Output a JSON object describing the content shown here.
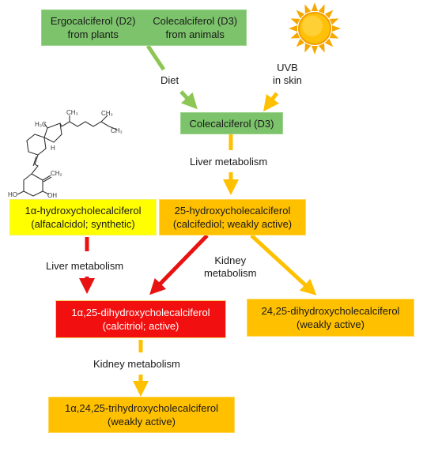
{
  "sources": {
    "d2": [
      "Ergocalciferol (D2)",
      "from plants"
    ],
    "d3": [
      "Colecalciferol (D3)",
      "from animals"
    ]
  },
  "labels": {
    "diet": "Diet",
    "uvb": [
      "UVB",
      "in skin"
    ],
    "liver1": "Liver metabolism",
    "liver2": "Liver metabolism",
    "kidney1": [
      "Kidney",
      "metabolism"
    ],
    "kidney2": "Kidney metabolism"
  },
  "boxes": {
    "colecalciferol": "Colecalciferol (D3)",
    "hydroxy25": [
      "25-hydroxycholecalciferol",
      "(calcifediol; weakly active)"
    ],
    "alfacalcidol": [
      "1α-hydroxycholecalciferol",
      "(alfacalcidol; synthetic)"
    ],
    "calcitriol": [
      "1α,25-dihydroxycholecalciferol",
      "(calcitriol; active)"
    ],
    "dihydroxy2425": [
      "24,25-dihydroxycholecalciferol",
      "(weakly active)"
    ],
    "trihydroxy": [
      "1α,24,25-trihydroxycholecalciferol",
      "(weakly active)"
    ]
  },
  "structure": {
    "atoms": [
      "H₃C",
      "CH₃",
      "CH₃",
      "CH₃",
      "H",
      "CH₂",
      "HO",
      "OH"
    ]
  },
  "colors": {
    "green": "#7cc36b",
    "green_arrow": "#8cc654",
    "orange": "#ffc000",
    "yellow": "#ffff00",
    "red": "#f20f0f",
    "sun": "#ffc107"
  }
}
